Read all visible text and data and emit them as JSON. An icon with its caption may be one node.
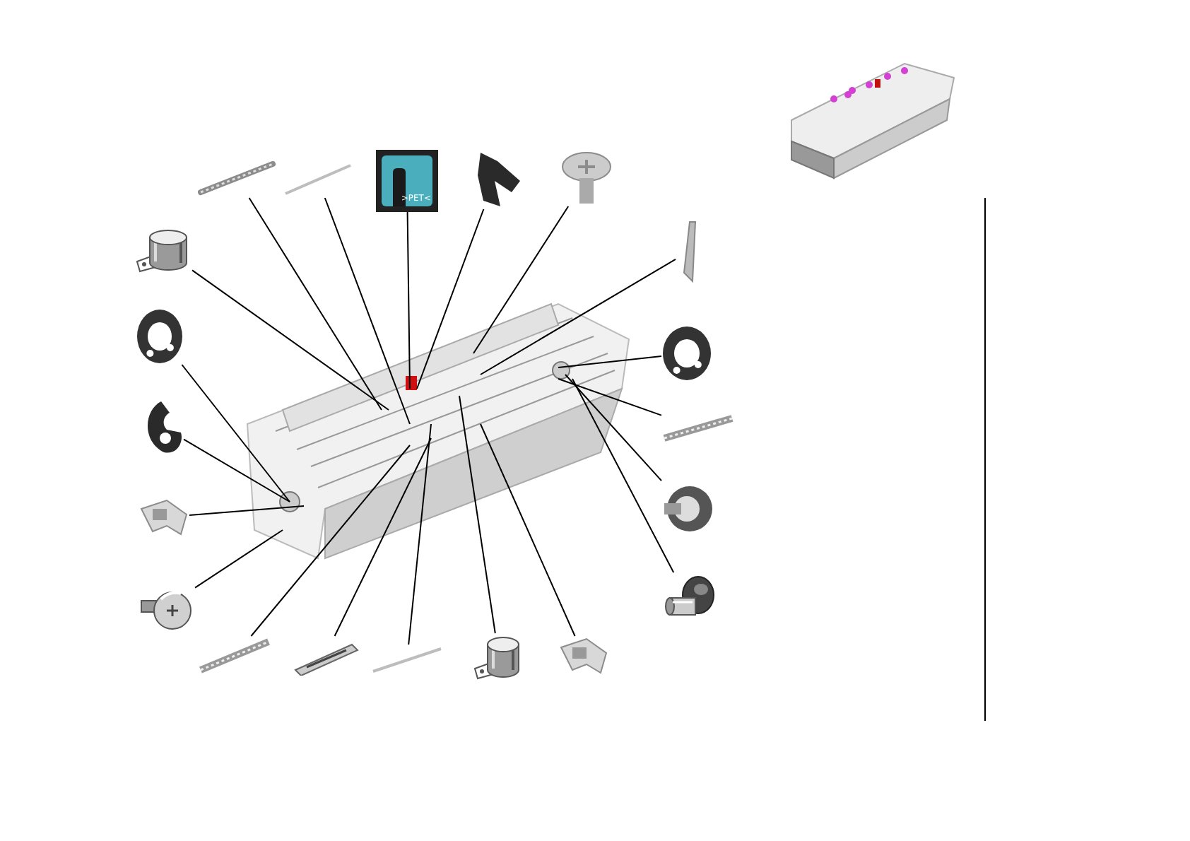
{
  "diagram": {
    "nodes": [
      {
        "text": [],
        "shape": "picture"
      },
      {
        "text": [],
        "shape": "picture"
      },
      {
        "text": [
          ">PET<"
        ]
      },
      {
        "text": [],
        "shape": "picture"
      },
      {
        "text": [],
        "shape": "picture"
      },
      {
        "text": [],
        "shape": "picture"
      },
      {
        "text": [],
        "shape": "picture"
      },
      {
        "text": [],
        "shape": "picture"
      },
      {
        "text": [],
        "shape": "picture"
      },
      {
        "text": [],
        "shape": "picture"
      },
      {
        "text": [],
        "shape": "picture"
      },
      {
        "text": [],
        "shape": "picture"
      },
      {
        "text": [],
        "shape": "picture"
      },
      {
        "text": [],
        "shape": "picture"
      },
      {
        "text": [],
        "shape": "picture"
      },
      {
        "text": [],
        "shape": "picture"
      },
      {
        "text": [],
        "shape": "picture"
      },
      {
        "text": [],
        "shape": "picture"
      },
      {
        "text": [],
        "shape": "picture"
      },
      {
        "text": [],
        "shape": "picture"
      }
    ],
    "edges": [
      {
        "from": 0,
        "to": null,
        "arrow": "none"
      },
      {
        "from": 1,
        "to": null,
        "arrow": "none"
      },
      {
        "from": 2,
        "to": null,
        "arrow": "none"
      },
      {
        "from": 3,
        "to": null,
        "arrow": "none"
      },
      {
        "from": 4,
        "to": null,
        "arrow": "none"
      },
      {
        "from": 5,
        "to": null,
        "arrow": "none"
      },
      {
        "from": 6,
        "to": null,
        "arrow": "none"
      },
      {
        "from": 7,
        "to": null,
        "arrow": "none"
      },
      {
        "from": 8,
        "to": null,
        "arrow": "none"
      },
      {
        "from": 9,
        "to": null,
        "arrow": "none"
      },
      {
        "from": 10,
        "to": null,
        "arrow": "none"
      },
      {
        "from": 11,
        "to": null,
        "arrow": "none"
      },
      {
        "from": 12,
        "to": null,
        "arrow": "none"
      },
      {
        "from": 13,
        "to": null,
        "arrow": "none"
      },
      {
        "from": 14,
        "to": null,
        "arrow": "none"
      },
      {
        "from": 15,
        "to": null,
        "arrow": "none"
      },
      {
        "from": 16,
        "to": null,
        "arrow": "none"
      },
      {
        "from": 17,
        "to": null,
        "arrow": "none"
      },
      {
        "from": 18,
        "to": null,
        "arrow": "none"
      },
      {
        "from": 19,
        "to": null,
        "arrow": "none"
      }
    ]
  }
}
